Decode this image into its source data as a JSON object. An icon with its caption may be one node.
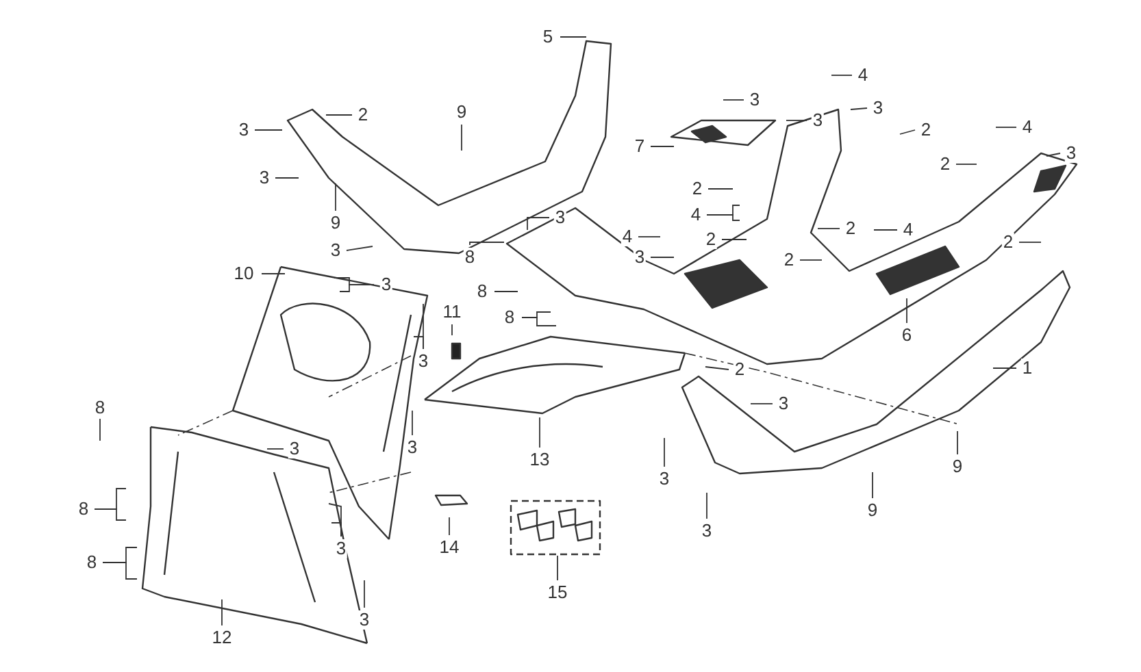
{
  "diagram": {
    "nodes": [
      {
        "text": [
          "5"
        ]
      },
      {
        "text": [
          "2"
        ]
      },
      {
        "text": [
          "3"
        ]
      },
      {
        "text": [
          "9"
        ]
      },
      {
        "text": [
          "3"
        ]
      },
      {
        "text": [
          "9"
        ]
      },
      {
        "text": [
          "3"
        ]
      },
      {
        "text": [
          "3"
        ]
      },
      {
        "text": [
          "8"
        ]
      },
      {
        "text": [
          "10"
        ]
      },
      {
        "text": [
          "3"
        ]
      },
      {
        "text": [
          "8"
        ]
      },
      {
        "text": [
          "11"
        ]
      },
      {
        "text": [
          "8"
        ]
      },
      {
        "text": [
          "4"
        ]
      },
      {
        "text": [
          "3"
        ]
      },
      {
        "text": [
          "3"
        ]
      },
      {
        "text": [
          "3"
        ]
      },
      {
        "text": [
          "2"
        ]
      },
      {
        "text": [
          "7"
        ]
      },
      {
        "text": [
          "4"
        ]
      },
      {
        "text": [
          "3"
        ]
      },
      {
        "text": [
          "2"
        ]
      },
      {
        "text": [
          "2"
        ]
      },
      {
        "text": [
          "4"
        ]
      },
      {
        "text": [
          "4"
        ]
      },
      {
        "text": [
          "2"
        ]
      },
      {
        "text": [
          "4"
        ]
      },
      {
        "text": [
          "2"
        ]
      },
      {
        "text": [
          "2"
        ]
      },
      {
        "text": [
          "3"
        ]
      },
      {
        "text": [
          "2"
        ]
      },
      {
        "text": [
          "6"
        ]
      },
      {
        "text": [
          "1"
        ]
      },
      {
        "text": [
          "2"
        ]
      },
      {
        "text": [
          "3"
        ]
      },
      {
        "text": [
          "8"
        ]
      },
      {
        "text": [
          "3"
        ]
      },
      {
        "text": [
          "3"
        ]
      },
      {
        "text": [
          "3"
        ]
      },
      {
        "text": [
          "13"
        ]
      },
      {
        "text": [
          "9"
        ]
      },
      {
        "text": [
          "3"
        ]
      },
      {
        "text": [
          "8"
        ]
      },
      {
        "text": [
          "9"
        ]
      },
      {
        "text": [
          "3"
        ]
      },
      {
        "text": [
          "3"
        ]
      },
      {
        "text": [
          "14"
        ]
      },
      {
        "text": [
          "8"
        ]
      },
      {
        "text": [
          "15"
        ]
      },
      {
        "text": [
          "3"
        ]
      },
      {
        "text": [
          "12"
        ]
      }
    ],
    "edges": [
      {
        "from": 0,
        "to": null,
        "arrow": "none"
      },
      {
        "from": 1,
        "to": null,
        "arrow": "none"
      },
      {
        "from": 2,
        "to": null,
        "arrow": "none"
      },
      {
        "from": 3,
        "to": null,
        "arrow": "none"
      },
      {
        "from": 4,
        "to": null,
        "arrow": "none"
      },
      {
        "from": 5,
        "to": null,
        "arrow": "none"
      },
      {
        "from": 6,
        "to": null,
        "arrow": "none"
      },
      {
        "from": 7,
        "to": null,
        "arrow": "none"
      },
      {
        "from": 8,
        "to": null,
        "arrow": "none"
      },
      {
        "from": 9,
        "to": null,
        "arrow": "none"
      },
      {
        "from": 10,
        "to": null,
        "arrow": "none"
      },
      {
        "from": 10,
        "to": null,
        "arrow": "none"
      },
      {
        "from": 11,
        "to": null,
        "arrow": "none"
      },
      {
        "from": 12,
        "to": null,
        "arrow": "none"
      },
      {
        "from": 13,
        "to": null,
        "arrow": "none"
      },
      {
        "from": 13,
        "to": null,
        "arrow": "none"
      },
      {
        "from": 14,
        "to": null,
        "arrow": "none"
      },
      {
        "from": 15,
        "to": null,
        "arrow": "none"
      },
      {
        "from": 16,
        "to": null,
        "arrow": "none"
      },
      {
        "from": 17,
        "to": null,
        "arrow": "none"
      },
      {
        "from": 18,
        "to": null,
        "arrow": "none"
      },
      {
        "from": 19,
        "to": null,
        "arrow": "none"
      },
      {
        "from": 20,
        "to": null,
        "arrow": "none"
      },
      {
        "from": 21,
        "to": null,
        "arrow": "none"
      },
      {
        "from": 22,
        "to": null,
        "arrow": "none"
      },
      {
        "from": 23,
        "to": null,
        "arrow": "none"
      },
      {
        "from": 24,
        "to": null,
        "arrow": "none"
      },
      {
        "from": 24,
        "to": null,
        "arrow": "none"
      },
      {
        "from": 25,
        "to": null,
        "arrow": "none"
      },
      {
        "from": 26,
        "to": null,
        "arrow": "none"
      },
      {
        "from": 27,
        "to": null,
        "arrow": "none"
      },
      {
        "from": 28,
        "to": null,
        "arrow": "none"
      },
      {
        "from": 29,
        "to": null,
        "arrow": "none"
      },
      {
        "from": 30,
        "to": null,
        "arrow": "none"
      },
      {
        "from": 31,
        "to": null,
        "arrow": "none"
      },
      {
        "from": 32,
        "to": null,
        "arrow": "none"
      },
      {
        "from": 33,
        "to": null,
        "arrow": "none"
      },
      {
        "from": 34,
        "to": null,
        "arrow": "none"
      },
      {
        "from": 35,
        "to": null,
        "arrow": "none"
      },
      {
        "from": 35,
        "to": null,
        "arrow": "none"
      },
      {
        "from": 36,
        "to": null,
        "arrow": "none"
      },
      {
        "from": 37,
        "to": null,
        "arrow": "none"
      },
      {
        "from": 38,
        "to": null,
        "arrow": "none"
      },
      {
        "from": 39,
        "to": null,
        "arrow": "none"
      },
      {
        "from": 40,
        "to": null,
        "arrow": "none"
      },
      {
        "from": 41,
        "to": null,
        "arrow": "none"
      },
      {
        "from": 42,
        "to": null,
        "arrow": "none"
      },
      {
        "from": 43,
        "to": null,
        "arrow": "none"
      },
      {
        "from": 43,
        "to": null,
        "arrow": "none"
      },
      {
        "from": 44,
        "to": null,
        "arrow": "none"
      },
      {
        "from": 45,
        "to": null,
        "arrow": "none"
      },
      {
        "from": 46,
        "to": null,
        "arrow": "none"
      },
      {
        "from": 46,
        "to": null,
        "arrow": "none"
      },
      {
        "from": 47,
        "to": null,
        "arrow": "none"
      },
      {
        "from": 48,
        "to": null,
        "arrow": "none"
      },
      {
        "from": 48,
        "to": null,
        "arrow": "none"
      },
      {
        "from": 49,
        "to": null,
        "arrow": "none"
      },
      {
        "from": 50,
        "to": null,
        "arrow": "none"
      },
      {
        "from": 51,
        "to": null,
        "arrow": "none"
      }
    ]
  }
}
